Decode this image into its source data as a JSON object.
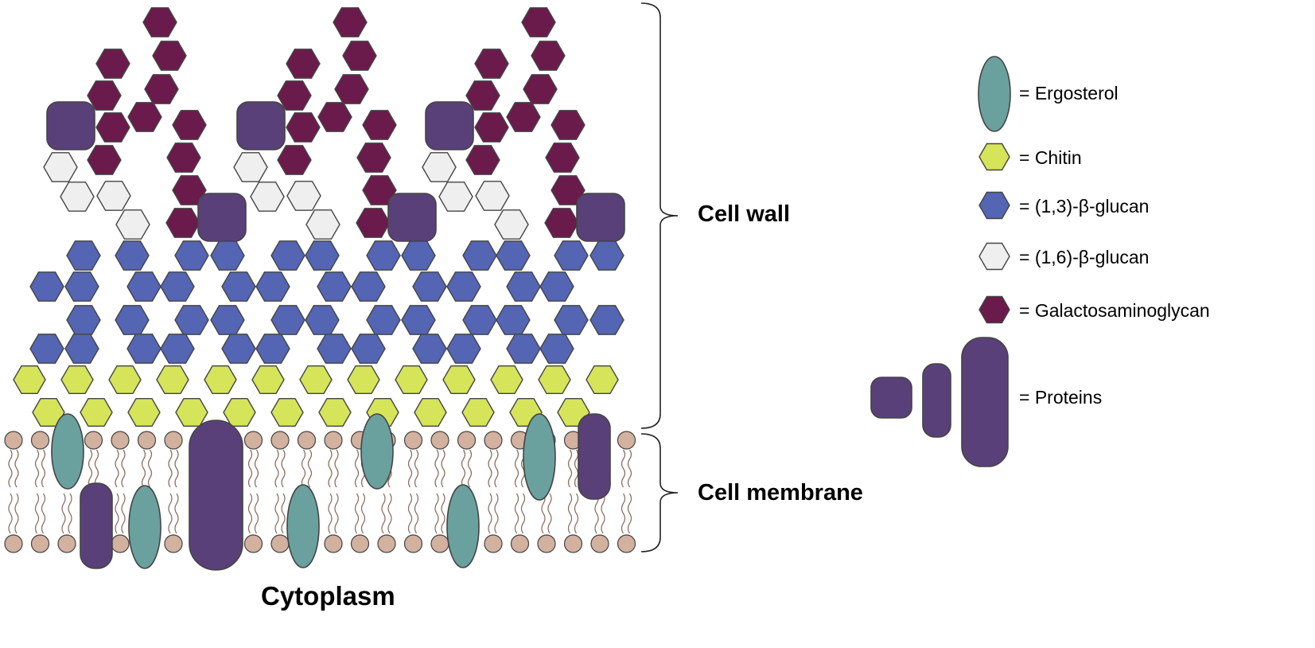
{
  "labels": {
    "cell_wall": "Cell wall",
    "cell_membrane": "Cell membrane",
    "cytoplasm": "Cytoplasm"
  },
  "legend": {
    "ergosterol": "= Ergosterol",
    "chitin": "= Chitin",
    "beta13": "= (1,3)-β-glucan",
    "beta16": "= (1,6)-β-glucan",
    "galacto": "= Galactosaminoglycan",
    "proteins": "= Proteins"
  },
  "colors": {
    "galactosaminoglycan": "#6b1a4c",
    "protein": "#5a4079",
    "beta_1_6_glucan": "#efefef",
    "beta_1_3_glucan": "#5465b4",
    "chitin": "#d6e45a",
    "ergosterol": "#6aa19e",
    "lipid_head": "#d3b19f",
    "outline": "#444444"
  }
}
